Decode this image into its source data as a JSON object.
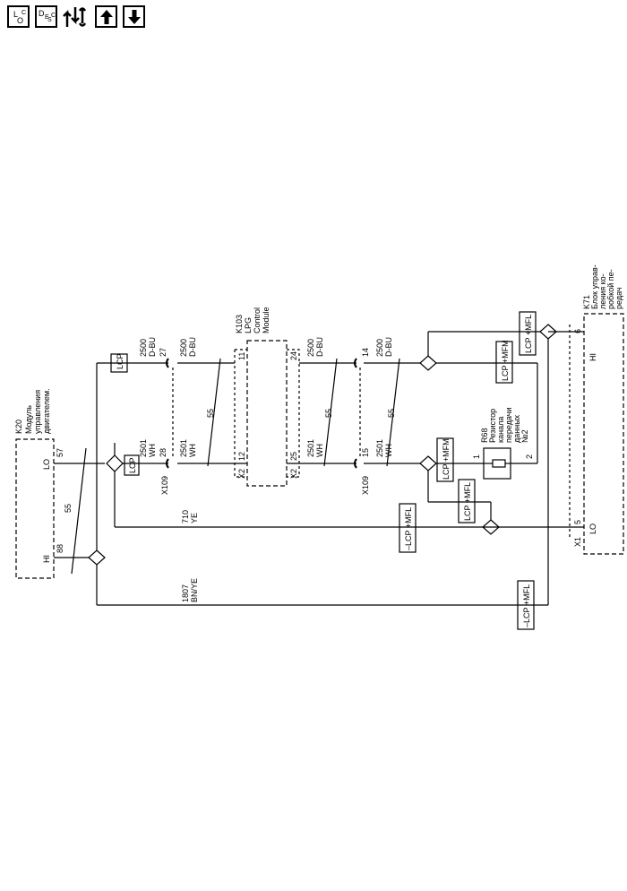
{
  "toolbar": {
    "loc": {
      "l": "L",
      "o": "O",
      "c": "C"
    },
    "desc": {
      "d": "D",
      "e": "E",
      "s": "S",
      "c": "C"
    }
  },
  "icons": [
    "loc-icon",
    "desc-icon",
    "signal-wrench-icon",
    "arrow-up-icon",
    "arrow-down-icon"
  ],
  "k20": {
    "id": "K20",
    "line1": "Модуль",
    "line2": "управления",
    "line3": "двигателем.",
    "lo": "LO",
    "hi": "HI",
    "pin_lo": "57",
    "pin_hi": "88"
  },
  "k103": {
    "id": "K103",
    "line1": "LPG",
    "line2": "Control",
    "line3": "Module",
    "pin_11": "11",
    "pin_12": "12",
    "pin_24": "24",
    "pin_25": "25",
    "x2": "X2"
  },
  "k71": {
    "id": "K71",
    "line1": "Блок управ-",
    "line2": "ления ко-",
    "line3": "робкой пе-",
    "line4": "редач",
    "hi": "HI",
    "lo": "LO",
    "pin_hi": "6",
    "pin_lo": "5",
    "x1": "X1"
  },
  "r68": {
    "id": "R68",
    "line1": "Резистор",
    "line2": "канала",
    "line3": "передачи",
    "line4": "данных",
    "line5": "№2",
    "pin1": "1",
    "pin2": "2"
  },
  "wires": {
    "d2500": "2500",
    "dbu": "D-BU",
    "d2501": "2501",
    "wh": "WH",
    "w710": "710",
    "ye": "YE",
    "w1807": "1807",
    "bnye": "BN/YE",
    "twist": "55"
  },
  "connectors": {
    "x109": "X109",
    "pin27": "27",
    "pin28": "28",
    "pin14": "14",
    "pin15": "15"
  },
  "boxes": {
    "lcp": "LCP",
    "lcp_mfm": "LCP +MFM",
    "lcp_mfl": "LCP +MFL",
    "neg_lcp_mfl": "–LCP +MFL"
  }
}
